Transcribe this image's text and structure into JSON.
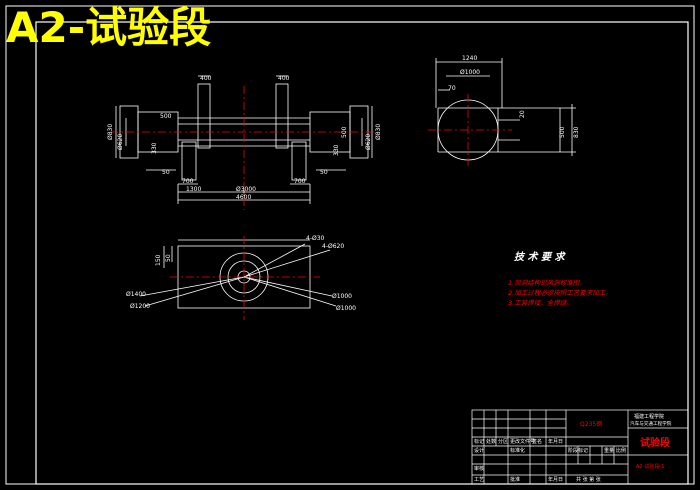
{
  "sheet_title": "A2-试验段",
  "front_view": {
    "dims": {
      "top_left": "400",
      "top_right": "400",
      "left_flange_od": "Ø830",
      "left_pipe": "Ø620",
      "left_inner": "500",
      "left_mid": "330",
      "right_flange_od": "Ø830",
      "right_pipe": "Ø620",
      "right_inner": "500",
      "right_mid": "330",
      "bottom_left_50": "50",
      "bottom_right_50": "50",
      "bottom_left_700": "700",
      "bottom_right_700": "700",
      "seg_1300": "1300",
      "center_3000": "Ø3000",
      "overall": "4600"
    }
  },
  "side_view": {
    "dims": {
      "top_1240": "1240",
      "inner_1000": "Ø1000",
      "left_70": "70",
      "right_20": "20",
      "h_500": "500",
      "h_830": "830"
    }
  },
  "plan_view": {
    "dims": {
      "left_150": "150",
      "left_50": "50",
      "hole_top": "4-Ø30",
      "hole_top2": "4-Ø620",
      "left_diam1": "Ø1400",
      "left_diam2": "Ø1200",
      "right_diam1": "Ø1000",
      "right_diam2": "Ø1000"
    }
  },
  "tech_requirements": {
    "heading": "技 术 要 求",
    "items": [
      "1.风洞结构见风洞标准图。",
      "2.加工过程必须按照工艺要求加工。",
      "3.工装焊接，全焊缝。"
    ]
  },
  "title_block": {
    "school": "福建工程学院",
    "dept": "汽车与交通工程学院",
    "drawing_name": "试验段",
    "material_box": "Q235钢",
    "designer_label": "设计",
    "review_label": "审核",
    "process_label": "工艺",
    "mark_labels": [
      "标记",
      "处数",
      "分区",
      "更改文件号",
      "签名",
      "年月日"
    ],
    "stage_label": "阶段标记",
    "weight_label": "重量",
    "scale_label": "比例",
    "sheets": "共 张 第 张",
    "drawing_no": "A2-试验段-1",
    "std_label": "标准化",
    "approve_label": "批准",
    "date_label": "年月日"
  },
  "colors": {
    "background": "#000000",
    "lines": "#ffffff",
    "centerline": "#ff0000",
    "title": "#ffff00",
    "tech_text": "#ff0000",
    "frame": "#ffffff"
  }
}
